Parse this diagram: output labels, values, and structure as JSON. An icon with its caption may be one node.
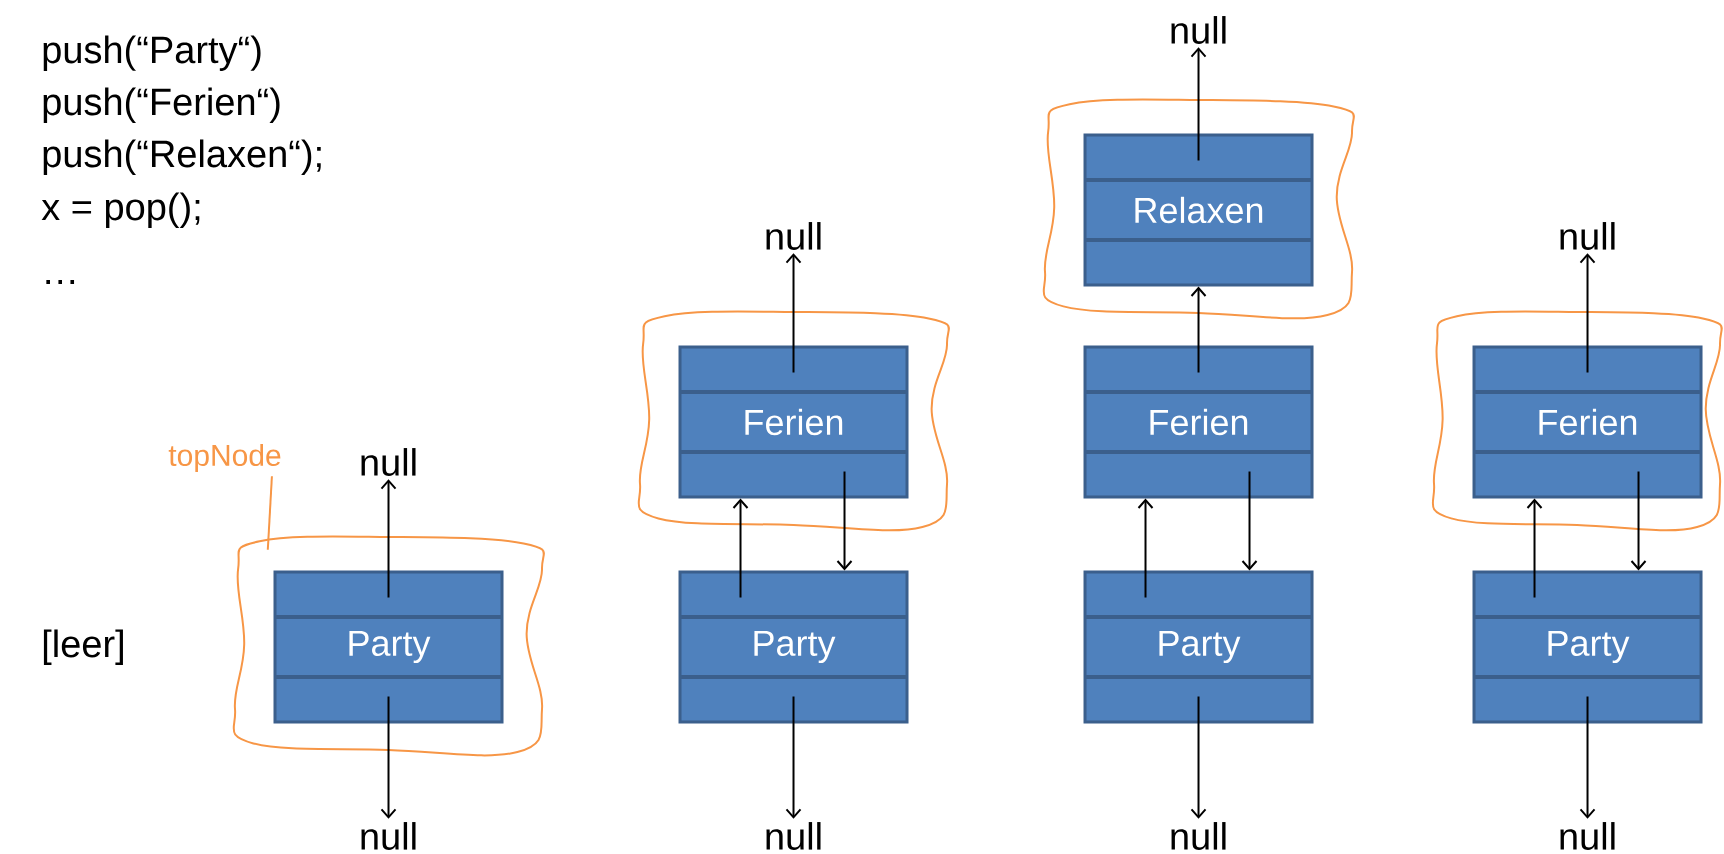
{
  "diagram": {
    "nodes": [
      {
        "text": [
          "topNode"
        ]
      },
      {
        "text": [],
        "shape": "cloud"
      },
      {
        "text": [
          "Party"
        ],
        "in": 1
      },
      {
        "text": [
          "null"
        ]
      },
      {
        "text": [
          "null"
        ]
      },
      {
        "text": [
          "null"
        ]
      },
      {
        "text": [],
        "shape": "cloud"
      },
      {
        "text": [
          "Ferien"
        ],
        "in": 6
      },
      {
        "text": [
          "Party"
        ]
      },
      {
        "text": [
          "null"
        ]
      },
      {
        "text": [
          "null"
        ]
      },
      {
        "text": [],
        "shape": "cloud"
      },
      {
        "text": [
          "Relaxen"
        ],
        "in": 11
      },
      {
        "text": [
          "Ferien"
        ]
      },
      {
        "text": [
          "Party"
        ]
      },
      {
        "text": [
          "null"
        ]
      },
      {
        "text": [
          "null"
        ]
      },
      {
        "text": [],
        "shape": "cloud"
      },
      {
        "text": [
          "Ferien"
        ],
        "in": 17
      },
      {
        "text": [
          "Party"
        ]
      },
      {
        "text": [
          "null"
        ]
      }
    ],
    "edges": [
      {
        "from": 0,
        "to": 1,
        "arrow": "none",
        "color": "#f79646"
      },
      {
        "from": 2,
        "to": 3,
        "arrow": "to"
      },
      {
        "from": 2,
        "to": 4,
        "arrow": "to"
      },
      {
        "from": 7,
        "to": 5,
        "arrow": "to"
      },
      {
        "from": 8,
        "to": 7,
        "arrow": "to"
      },
      {
        "from": 7,
        "to": 8,
        "arrow": "to"
      },
      {
        "from": 8,
        "to": 9,
        "arrow": "to"
      },
      {
        "from": 12,
        "to": 10,
        "arrow": "to"
      },
      {
        "from": 13,
        "to": 12,
        "arrow": "to"
      },
      {
        "from": 14,
        "to": 13,
        "arrow": "to"
      },
      {
        "from": 13,
        "to": 14,
        "arrow": "to"
      },
      {
        "from": 14,
        "to": 15,
        "arrow": "to"
      },
      {
        "from": 18,
        "to": 16,
        "arrow": "to"
      },
      {
        "from": 19,
        "to": 18,
        "arrow": "to"
      },
      {
        "from": 18,
        "to": 19,
        "arrow": "to"
      },
      {
        "from": 19,
        "to": 20,
        "arrow": "to"
      }
    ],
    "labels": [
      "push(“Party“)",
      "push(“Ferien“)",
      "push(“Relaxen“);",
      "x = pop();",
      "…",
      "[leer]"
    ]
  }
}
